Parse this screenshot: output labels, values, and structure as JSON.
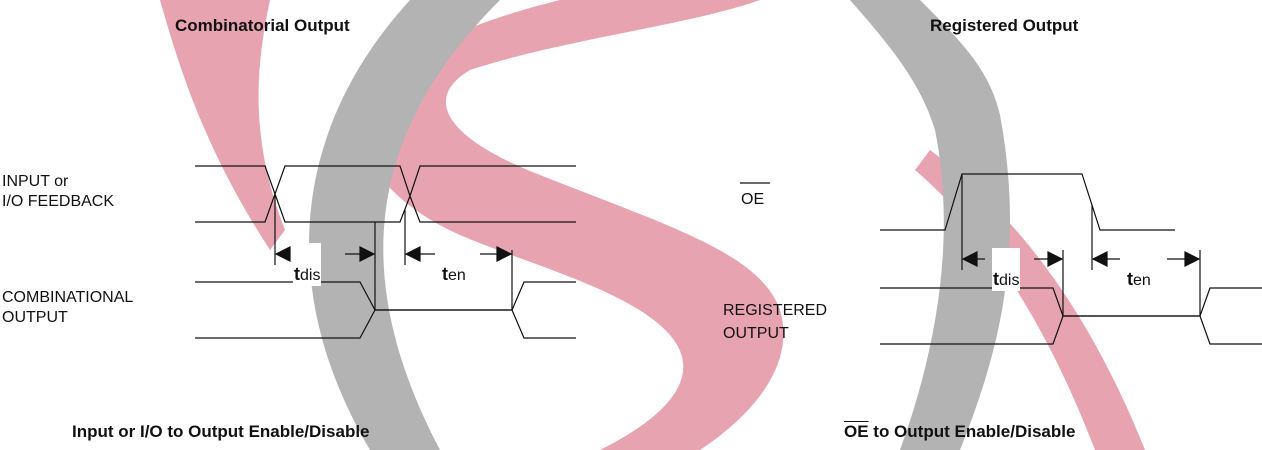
{
  "left": {
    "title": "Combinatorial Output",
    "input_label": "INPUT or\nI/O FEEDBACK",
    "output_label": "COMBINATIONAL\nOUTPUT",
    "tdis_main": "t",
    "tdis_sub": "dis",
    "ten_main": "t",
    "ten_sub": "en",
    "caption": "Input or I/O to Output Enable/Disable"
  },
  "right": {
    "title": "Registered Output",
    "oe_label": "OE",
    "output_label": "REGISTERED\nOUTPUT",
    "tdis_main": "t",
    "tdis_sub": "dis",
    "ten_main": "t",
    "ten_sub": "en",
    "caption_overbar": "OE",
    "caption_rest": " to Output Enable/Disable"
  },
  "colors": {
    "watermark_red": "#e8a3b1",
    "watermark_gray": "#b3b3b3",
    "line": "#111111"
  }
}
